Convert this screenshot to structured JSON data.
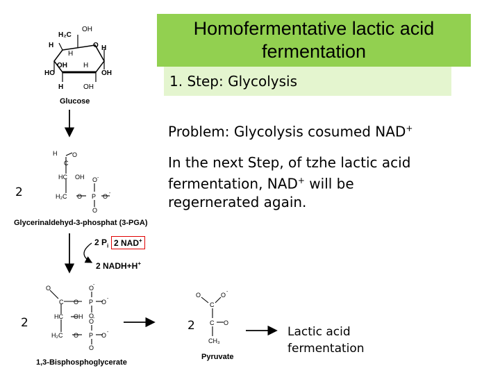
{
  "title": {
    "line1": "Homofermentative lactic acid",
    "line2": "fermentation"
  },
  "step_label": "1. Step: Glycolysis",
  "problem": {
    "text": "Problem: Glycolysis cosumed NAD",
    "superscript": "+"
  },
  "explanation": {
    "line1": "In the next Step, of tzhe lactic acid",
    "line2_a": "fermentation, NAD",
    "line2_sup": "+",
    "line2_b": " will be",
    "line3": "regernerated again."
  },
  "molecules": {
    "glucose": "Glucose",
    "g3p": "Glycerinaldehyd-3-phosphat (3-PGA)",
    "bpg": "1,3-Bisphosphoglycerate",
    "pyruvate": "Pyruvate"
  },
  "stoichiometry": {
    "g3p": "2",
    "bpg": "2",
    "pyruvate": "2"
  },
  "reaction": {
    "input_pi": "2 P",
    "input_pi_sub": "i",
    "input_nad": "2 NAD",
    "input_nad_sup": "+",
    "output": "2 NADH+H",
    "output_sup": "+"
  },
  "result_label": {
    "line1": "Lactic acid",
    "line2": "fermentation"
  },
  "colors": {
    "title_bg": "#92d050",
    "step_bg": "#e4f5cf",
    "nad_box": "#e00000"
  }
}
